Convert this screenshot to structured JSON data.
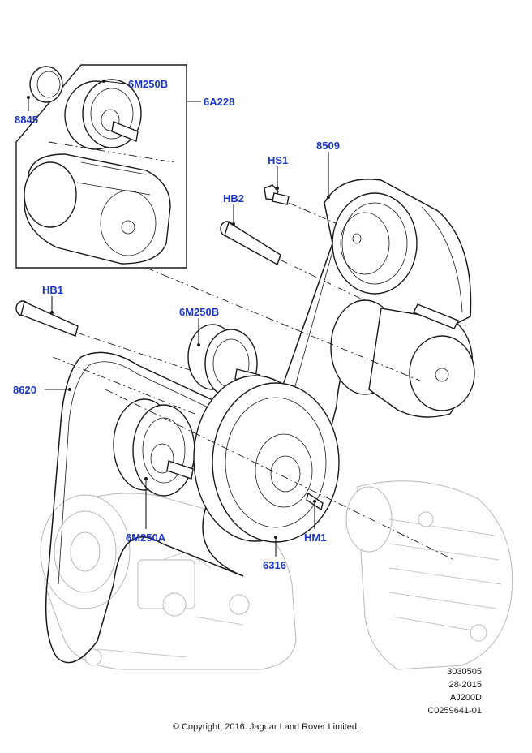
{
  "callouts": {
    "c8845": "8845",
    "c6m250b_top": "6M250B",
    "c6a228": "6A228",
    "chs1": "HS1",
    "c8509": "8509",
    "chb2": "HB2",
    "chb1": "HB1",
    "c6m250b_mid": "6M250B",
    "c8620": "8620",
    "c6m250a": "6M250A",
    "chm1": "HM1",
    "c6316": "6316"
  },
  "meta": {
    "line1": "3030505",
    "line2": "28-2015",
    "line3": "AJ200D",
    "line4": "C0259641-01"
  },
  "copyright": "© Copyright, 2016. Jaguar Land Rover Limited.",
  "colors": {
    "callout": "#1a35c9",
    "line": "#1a1a1a",
    "ghost": "#b9b9b9"
  }
}
